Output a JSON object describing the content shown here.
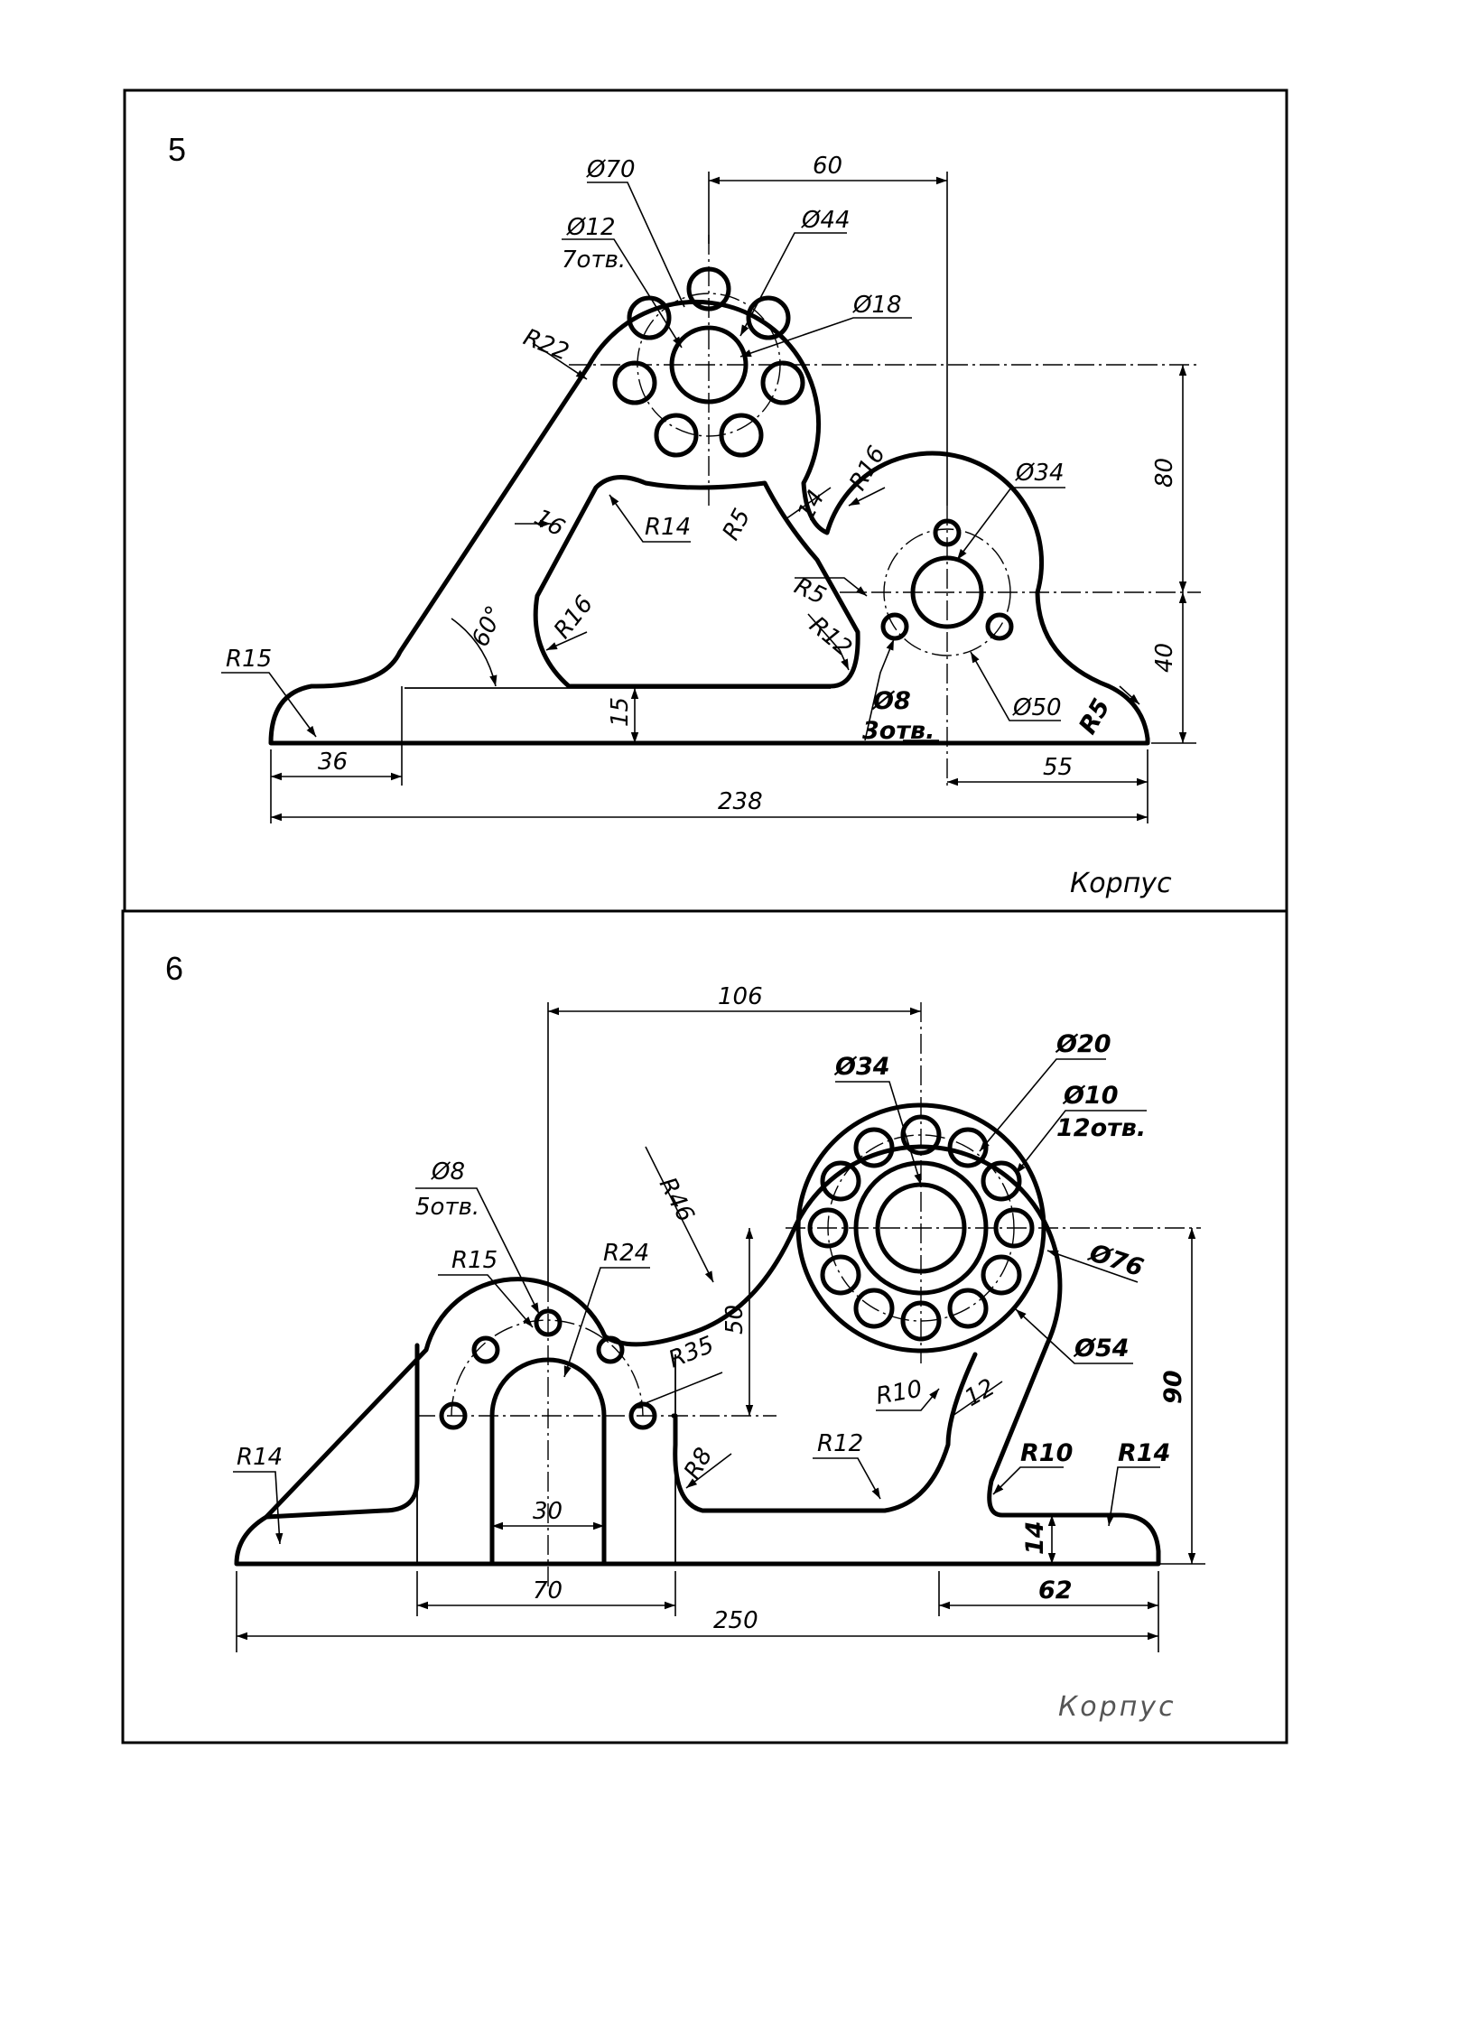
{
  "panel5": {
    "number": "5",
    "title": "Корпус",
    "dims": {
      "d70": "Ø70",
      "d60": "60",
      "d12": "Ø12",
      "holes7": "7отв.",
      "d44": "Ø44",
      "d18": "Ø18",
      "r22": "R22",
      "r16a": "R16",
      "d34": "Ø34",
      "v80": "80",
      "r14": "R14",
      "r5a": "R5",
      "w14": "14",
      "w16": "16",
      "r5b": "R5",
      "r16b": "R16",
      "a60": "60°",
      "r12": "R12",
      "v40": "40",
      "r15": "R15",
      "d8": "Ø8",
      "holes3": "3отв.",
      "d50": "Ø50",
      "r5c": "R5",
      "h15": "15",
      "w36": "36",
      "w55": "55",
      "w238": "238"
    }
  },
  "panel6": {
    "number": "6",
    "title": "Корпус",
    "dims": {
      "w106": "106",
      "d20": "Ø20",
      "d34": "Ø34",
      "d10": "Ø10",
      "holes12": "12отв.",
      "d8": "Ø8",
      "holes5": "5отв.",
      "r46": "R46",
      "r15": "R15",
      "r24": "R24",
      "d76": "Ø76",
      "v50": "50",
      "r35": "R35",
      "d54": "Ø54",
      "r10a": "R10",
      "w12": "12",
      "v90": "90",
      "r14a": "R14",
      "r8": "R8",
      "r12": "R12",
      "r10b": "R10",
      "r14b": "R14",
      "w30": "30",
      "h14": "14",
      "w70": "70",
      "w62": "62",
      "w250": "250"
    }
  }
}
